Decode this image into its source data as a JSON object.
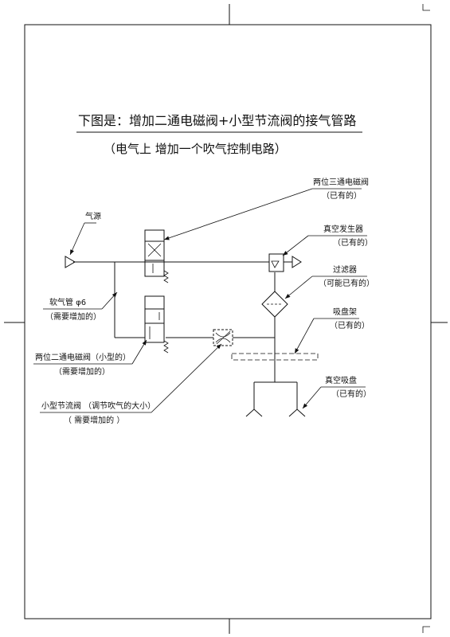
{
  "title": "下图是：增加二通电磁阀+小型节流阀的接气管路",
  "subtitle": "（电气上  增加一个吹气控制电路）",
  "labels": {
    "air_source": "气源",
    "three_way_valve": "两位三通电磁阀",
    "three_way_valve_note": "（已有的）",
    "vacuum_generator": "真空发生器",
    "vacuum_generator_note": "（已有的）",
    "filter": "过滤器",
    "filter_note": "（可能已有的）",
    "hose": "软气管  φ6",
    "hose_note": "（需要增加的）",
    "suction_frame": "吸盘架",
    "suction_frame_note": "（已有的）",
    "two_way_valve": "两位二通电磁阀（小型的）",
    "two_way_valve_note": "（需要增加的）",
    "vacuum_cup": "真空吸盘",
    "vacuum_cup_note": "（已有的）",
    "throttle_valve": "小型节流阀  （调节吹气的大小）",
    "throttle_valve_note": "（ 需要增加的 ）"
  }
}
